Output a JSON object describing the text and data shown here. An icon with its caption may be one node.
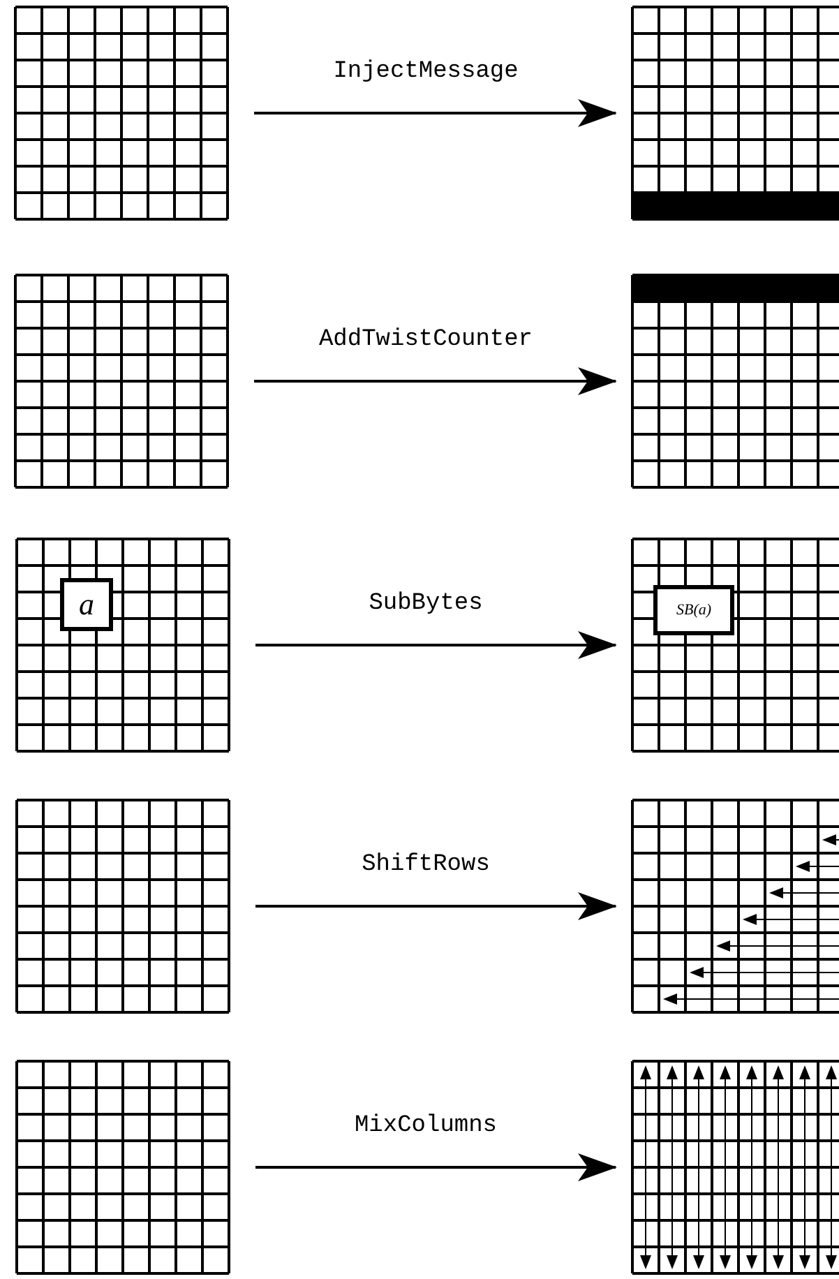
{
  "diagram": {
    "nodes": [
      {
        "text": [],
        "shape": "grid"
      },
      {
        "text": [],
        "shape": "grid"
      },
      {
        "text": [],
        "shape": "grid"
      },
      {
        "text": [],
        "shape": "grid"
      },
      {
        "text": [],
        "shape": "grid"
      },
      {
        "text": [
          "a"
        ],
        "in": 4
      },
      {
        "text": [],
        "shape": "grid"
      },
      {
        "text": [
          "SB(a)"
        ],
        "in": 6
      },
      {
        "text": [],
        "shape": "grid"
      },
      {
        "text": [],
        "shape": "grid"
      },
      {
        "text": [],
        "shape": "grid"
      },
      {
        "text": [],
        "shape": "grid"
      }
    ],
    "edges": [
      {
        "from": 0,
        "to": 1,
        "arrow": "to",
        "label": "InjectMessage"
      },
      {
        "from": 2,
        "to": 3,
        "arrow": "to",
        "label": "AddTwistCounter"
      },
      {
        "from": 4,
        "to": 6,
        "arrow": "to",
        "label": "SubBytes"
      },
      {
        "from": 8,
        "to": 9,
        "arrow": "to",
        "label": "ShiftRows"
      },
      {
        "from": 10,
        "to": 11,
        "arrow": "to",
        "label": "MixColumns"
      }
    ]
  }
}
